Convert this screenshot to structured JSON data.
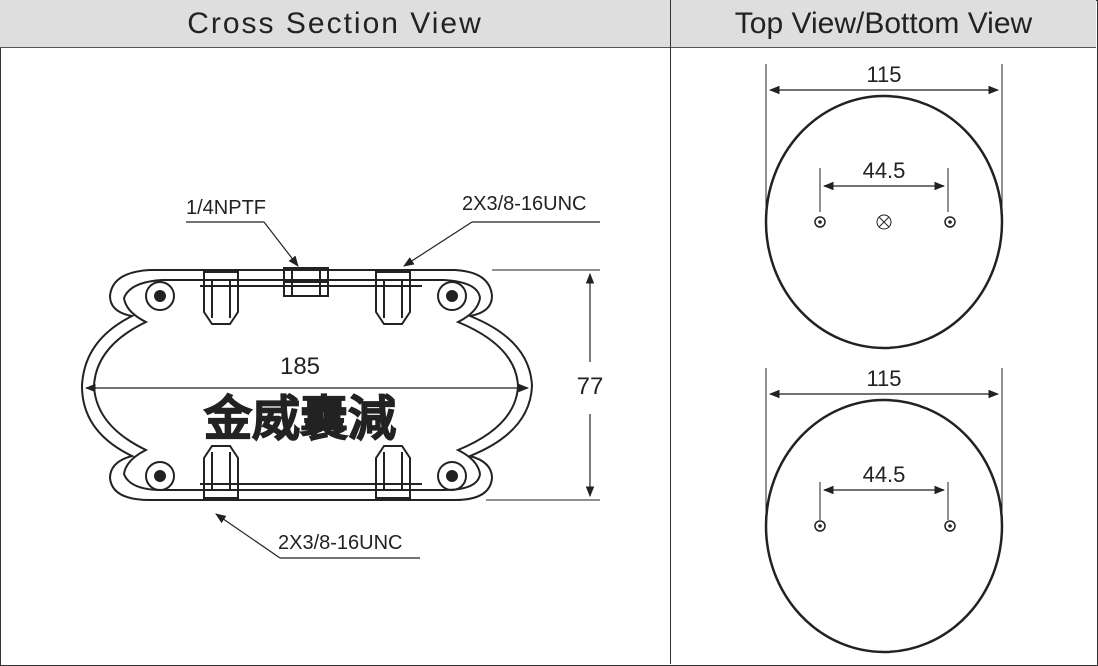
{
  "headers": {
    "left": "Cross Section View",
    "right": "Top View/Bottom View"
  },
  "cross_section": {
    "port_label": "1/4NPTF",
    "top_thread_label": "2X3/8-16UNC",
    "bottom_thread_label": "2X3/8-16UNC",
    "width_dim": "185",
    "height_dim": "77",
    "watermark": "金威囊減"
  },
  "top_view": {
    "diameter": "115",
    "bolt_spacing": "44.5"
  },
  "bottom_view": {
    "diameter": "115",
    "bolt_spacing": "44.5"
  }
}
